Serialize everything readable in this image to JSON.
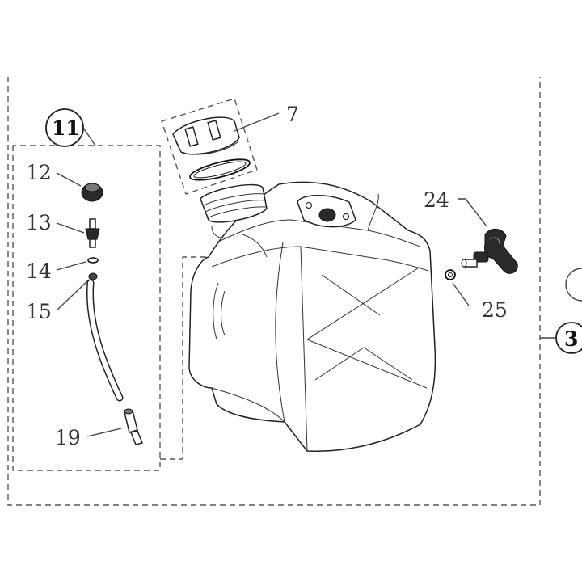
{
  "labels": {
    "p3": "3",
    "p7": "7",
    "p11": "11",
    "p12": "12",
    "p13": "13",
    "p14": "14",
    "p15": "15",
    "p19": "19",
    "p24": "24",
    "p25": "25"
  },
  "colors": {
    "line": "#444444",
    "background": "#ffffff"
  }
}
